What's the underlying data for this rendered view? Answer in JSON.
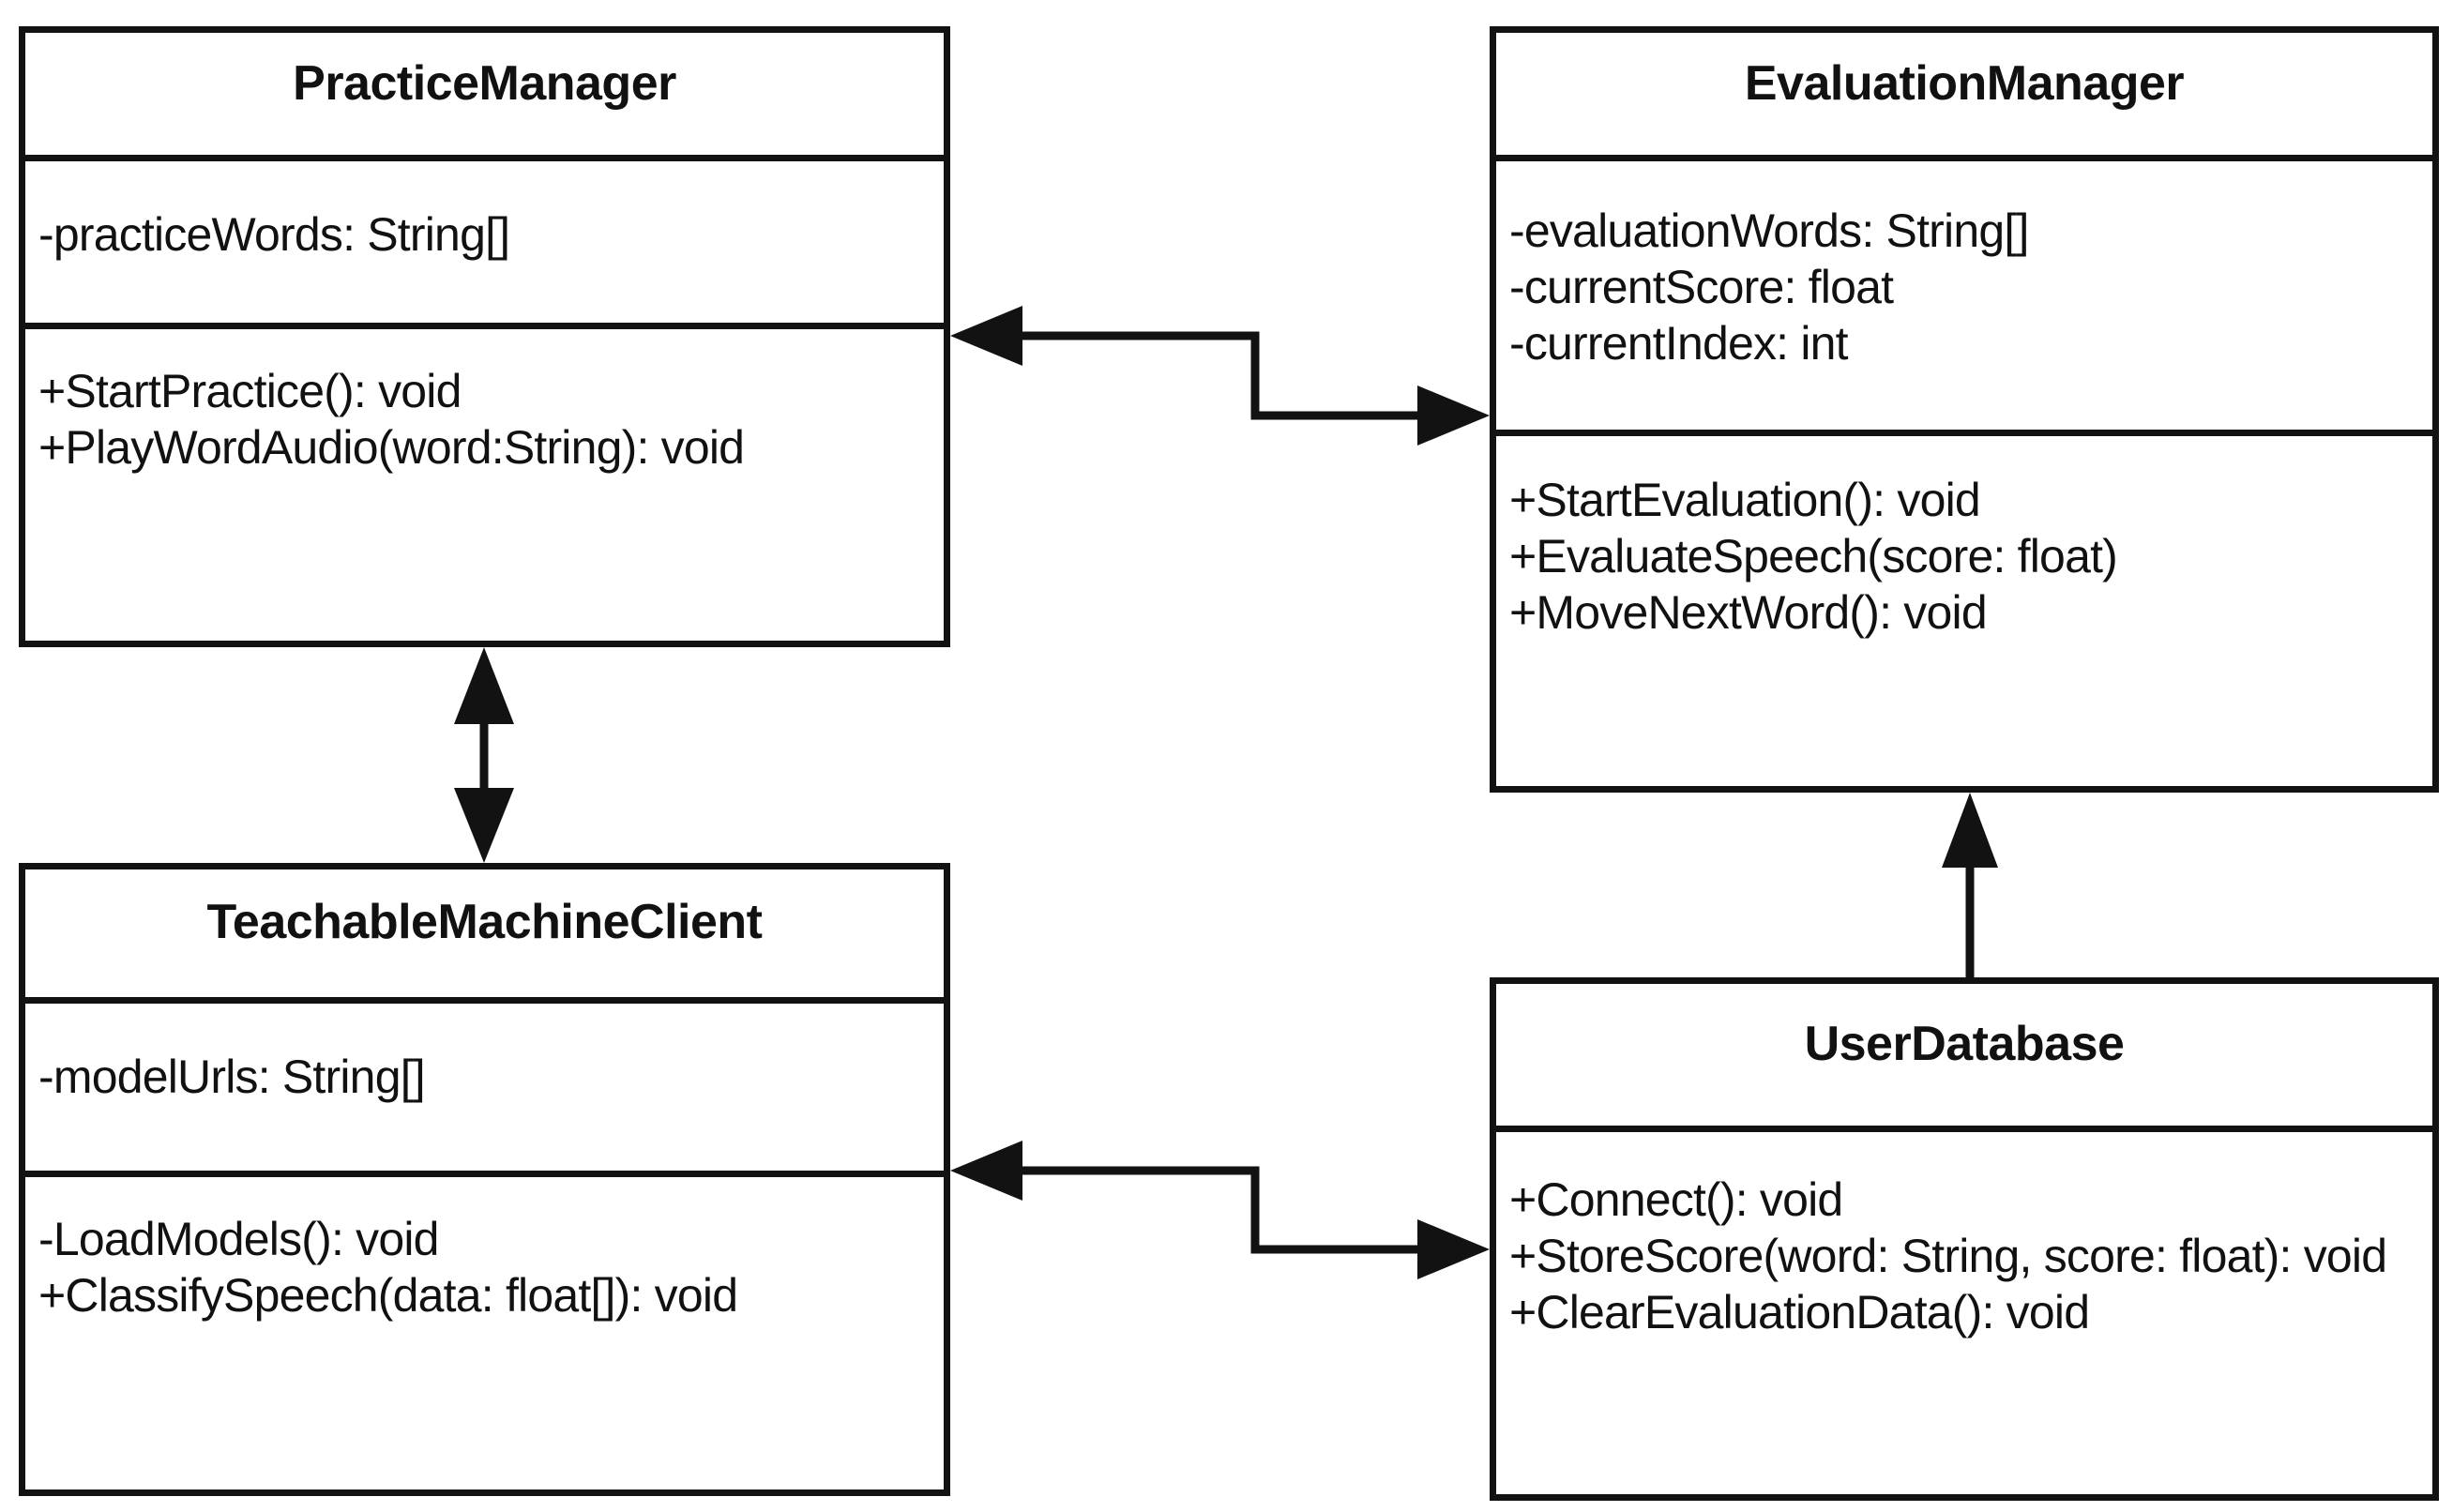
{
  "diagram": {
    "type": "uml-class-diagram",
    "background_color": "#ffffff",
    "line_color": "#121212",
    "text_color": "#111111"
  },
  "classes": {
    "practice_manager": {
      "name": "PracticeManager",
      "attributes": [
        "-practiceWords: String[]"
      ],
      "methods": [
        "+StartPractice(): void",
        "+PlayWordAudio(word:String): void"
      ]
    },
    "evaluation_manager": {
      "name": "EvaluationManager",
      "attributes": [
        "-evaluationWords: String[]",
        "-currentScore: float",
        "-currentIndex: int"
      ],
      "methods": [
        "+StartEvaluation(): void",
        "+EvaluateSpeech(score: float)",
        "+MoveNextWord(): void"
      ]
    },
    "teachable_machine_client": {
      "name": "TeachableMachineClient",
      "attributes": [
        "-modelUrls: String[]"
      ],
      "methods": [
        "-LoadModels(): void",
        "+ClassifySpeech(data: float[]): void"
      ]
    },
    "user_database": {
      "name": "UserDatabase",
      "attributes": [],
      "methods": [
        "+Connect(): void",
        "+StoreScore(word: String, score: float): void",
        "+ClearEvaluationData(): void"
      ]
    }
  },
  "connectors": [
    {
      "id": "practice-evaluation",
      "from": "PracticeManager",
      "to": "EvaluationManager",
      "style": "bidirectional-solid-arrow",
      "routing": "z-shaped-horizontal"
    },
    {
      "id": "practice-teachable",
      "from": "PracticeManager",
      "to": "TeachableMachineClient",
      "style": "bidirectional-solid-arrow",
      "routing": "vertical"
    },
    {
      "id": "teachable-userdatabase",
      "from": "TeachableMachineClient",
      "to": "UserDatabase",
      "style": "bidirectional-solid-arrow",
      "routing": "z-shaped-horizontal"
    },
    {
      "id": "userdatabase-evaluation",
      "from": "UserDatabase",
      "to": "EvaluationManager",
      "style": "single-solid-arrow-up",
      "routing": "vertical"
    }
  ]
}
